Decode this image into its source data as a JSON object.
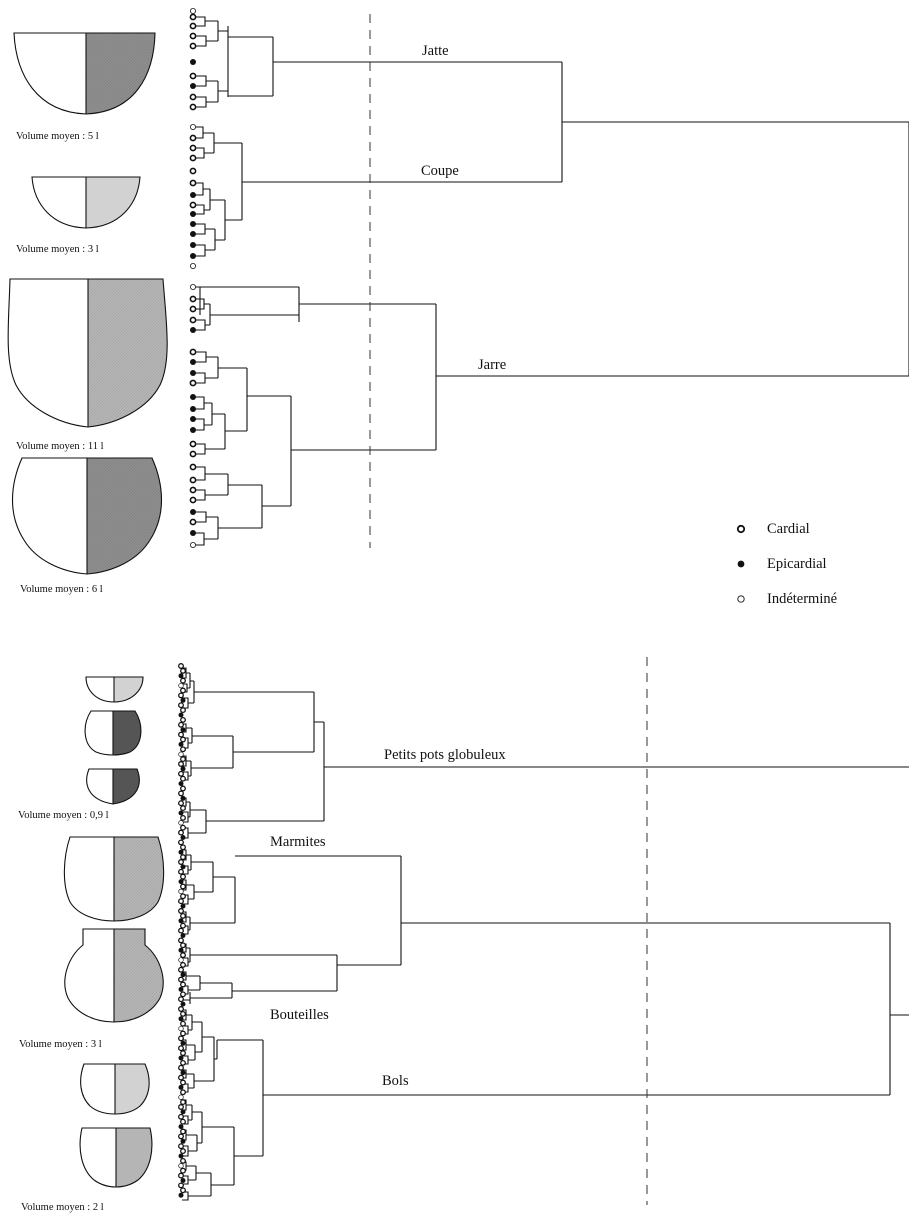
{
  "colors": {
    "line": "#111111",
    "fill_light": "#d2d2d2",
    "fill_mid": "#b5b5b5",
    "fill_dark": "#8e8e8e",
    "fill_darkest": "#555555"
  },
  "top_panel": {
    "vessel_labels": [
      "Volume moyen : 5 l",
      "Volume moyen : 3 l",
      "Volume moyen : 11 l",
      "Volume moyen : 6 l"
    ],
    "groups": {
      "jatte": "Jatte",
      "coupe": "Coupe",
      "jarre": "Jarre"
    }
  },
  "legend": {
    "items": [
      {
        "label": "Cardial",
        "symbol": "open-bold-circle"
      },
      {
        "label": "Epicardial",
        "symbol": "filled-circle"
      },
      {
        "label": "Indéterminé",
        "symbol": "open-thin-circle"
      }
    ]
  },
  "bottom_panel": {
    "vessel_labels": [
      "Volume moyen : 0,9  l",
      "Volume moyen : 3 l",
      "Volume moyen : 2 l"
    ],
    "groups": {
      "petits_pots": "Petits pots globuleux",
      "marmites": "Marmites",
      "bouteilles": "Bouteilles",
      "bols": "Bols"
    }
  }
}
